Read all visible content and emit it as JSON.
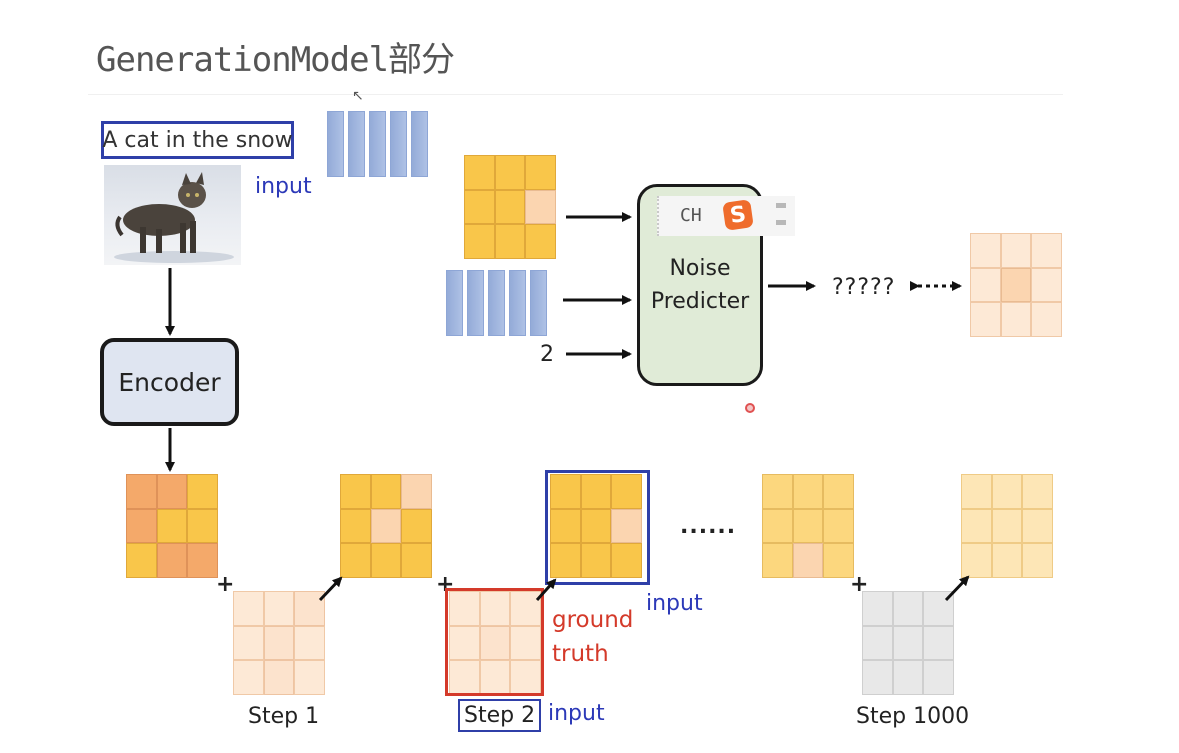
{
  "page": {
    "title": "GenerationModel部分"
  },
  "diagram": {
    "caption": "A cat in the snow",
    "input_label_top": "input",
    "encoder_label": "Encoder",
    "noise_predicter_label": "Noise\nPredicter",
    "step_number_input": "2",
    "output_placeholder": "?????",
    "ellipsis": "......",
    "ground_truth_label": "ground\ntruth",
    "input_label_step2_top": "input",
    "input_label_step2_bottom": "input",
    "step_labels": [
      "Step 1",
      "Step 2",
      "Step 1000"
    ],
    "plus_sign": "+"
  },
  "ime_toolbar": {
    "mode_label": "CH",
    "logo_letter": "S"
  },
  "colors": {
    "accent_blue": "#2c39b8",
    "ground_truth_red": "#d43a2a",
    "encoder_fill": "#dfe5f1",
    "noise_predicter_fill": "#e0ebd7",
    "token_blue": "#a3b8e0",
    "ime_orange": "#ef6c2c"
  },
  "icons": {
    "cursor": "mouse-pointer-icon",
    "ime_logo": "sogou-ime-icon",
    "recording": "record-dot-icon"
  }
}
